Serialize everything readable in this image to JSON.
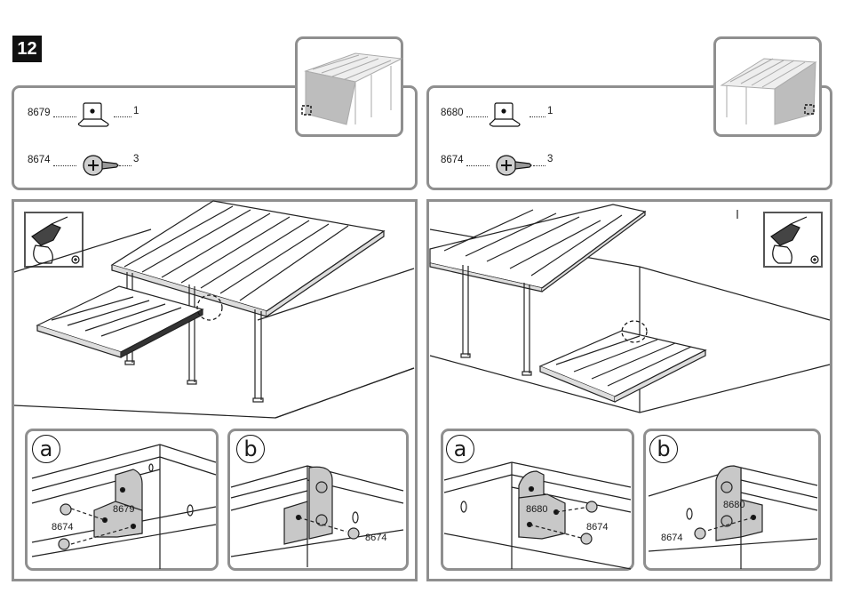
{
  "step_number": "12",
  "left": {
    "parts": [
      {
        "code": "8679",
        "qty": "1",
        "icon": "bracket-icon"
      },
      {
        "code": "8674",
        "qty": "3",
        "icon": "screw-icon"
      }
    ],
    "detail_a": {
      "letter": "a",
      "bracket_code": "8679",
      "screw_code": "8674"
    },
    "detail_b": {
      "letter": "b",
      "screw_code": "8674"
    }
  },
  "right": {
    "parts": [
      {
        "code": "8680",
        "qty": "1",
        "icon": "bracket-icon"
      },
      {
        "code": "8674",
        "qty": "3",
        "icon": "screw-icon"
      }
    ],
    "detail_a": {
      "letter": "a",
      "bracket_code": "8680",
      "screw_code": "8674"
    },
    "detail_b": {
      "letter": "b",
      "bracket_code": "8680",
      "screw_code": "8674"
    }
  },
  "tool_icon": "power-drill-icon",
  "colors": {
    "frame": "#8f8f8f",
    "panel_fill": "#d8d8d8",
    "bracket": "#c8c8c8"
  }
}
